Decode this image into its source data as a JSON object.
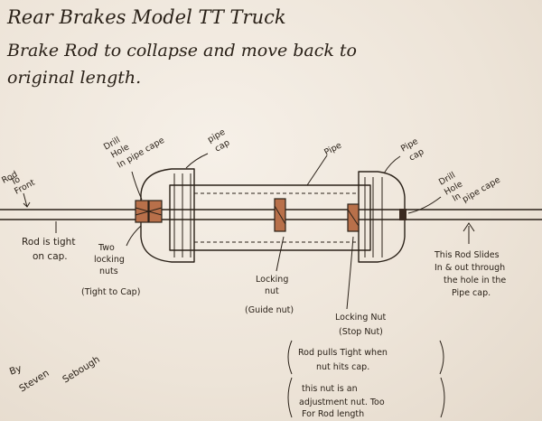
{
  "title": "Rear Brakes   Model TT Truck",
  "subtitle_line1": "Brake Rod to collapse and move back to",
  "subtitle_line2": "original length.",
  "labels": {
    "rod_to_front_1": "Rod",
    "rod_to_front_2": "To",
    "rod_to_front_3": "Front",
    "drill_left_1": "Drill",
    "drill_left_2": "Hole",
    "drill_left_3": "In pipe cape",
    "pipe_cap_left_1": "pipe",
    "pipe_cap_left_2": "cap",
    "pipe": "Pipe",
    "pipe_cap_right_1": "Pipe",
    "pipe_cap_right_2": "cap",
    "drill_right_1": "Drill",
    "drill_right_2": "Hole",
    "drill_right_3": "In",
    "drill_right_4": "pipe cape",
    "rod_tight_1": "Rod is tight",
    "rod_tight_2": "on cap.",
    "two_nuts_1": "Two",
    "two_nuts_2": "locking",
    "two_nuts_3": "nuts",
    "two_nuts_4": "(Tight to Cap)",
    "guide_1": "Locking",
    "guide_2": "nut",
    "guide_3": "(Guide nut)",
    "stop_1": "Locking Nut",
    "stop_2": "(Stop Nut)",
    "pulls_1": "Rod pulls Tight when",
    "pulls_2": "nut hits cap.",
    "adjust_1": "this nut is an",
    "adjust_2": "adjustment nut. Too",
    "adjust_3": "For Rod length",
    "slides_1": "This Rod Slides",
    "slides_2": "In & out through",
    "slides_3": "the hole in the",
    "slides_4": "Pipe cap.",
    "by": "By",
    "author_1": "Steven",
    "author_2": "Sebough"
  },
  "colors": {
    "ink": "#2a2118",
    "paper": "#efe7dc",
    "nut": "#b8704a"
  }
}
